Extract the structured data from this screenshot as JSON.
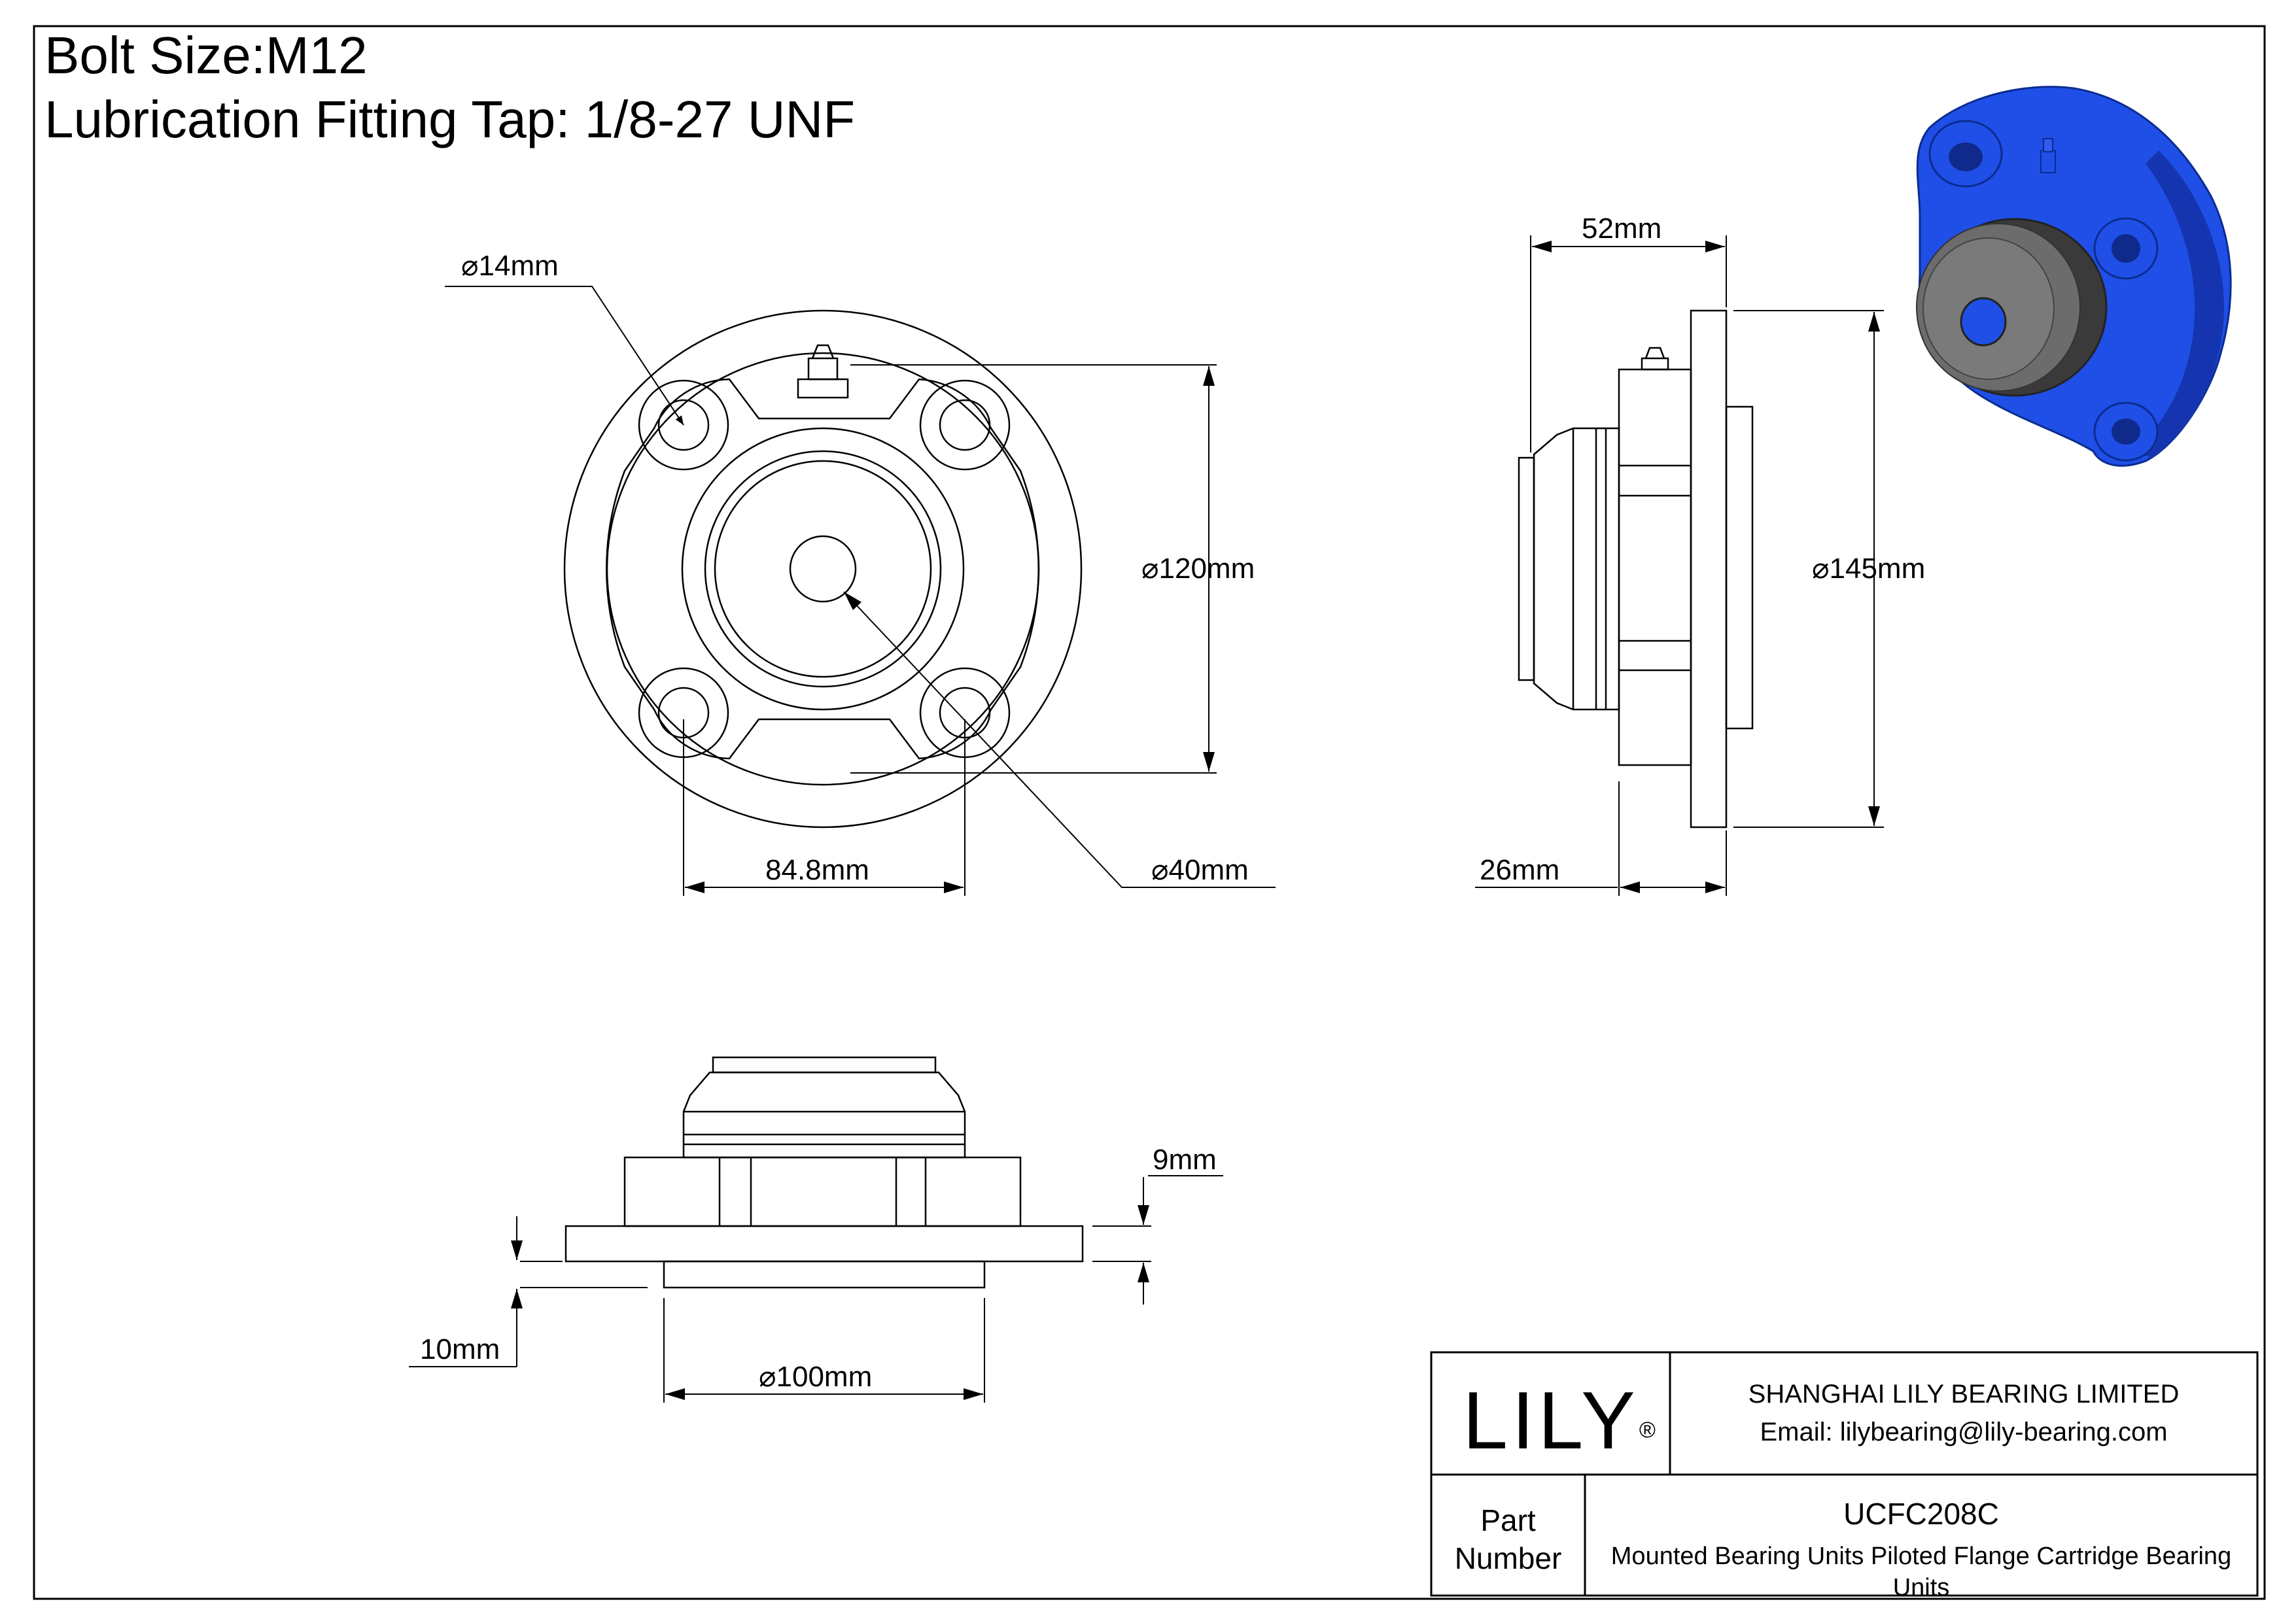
{
  "header": {
    "bolt_size": "Bolt Size:M12",
    "lubrication": "Lubrication Fitting Tap: 1/8-27 UNF"
  },
  "dimensions": {
    "bolt_hole": "14mm",
    "bolt_circle": "120mm",
    "bore": "40mm",
    "bolt_spacing": "84.8mm",
    "overall_width": "52mm",
    "flange_diameter": "145mm",
    "housing_width": "26mm",
    "flange_thickness": "9mm",
    "pilot_height": "10mm",
    "pilot_diameter": "100mm"
  },
  "diameter_symbol": "⌀",
  "title_block": {
    "logo": "LILY",
    "logo_mark": "®",
    "company": "SHANGHAI LILY BEARING LIMITED",
    "email": "Email: lilybearing@lily-bearing.com",
    "part_label_1": "Part",
    "part_label_2": "Number",
    "part_number": "UCFC208C",
    "description_1": "Mounted Bearing Units Piloted Flange Cartridge Bearing",
    "description_2": "Units"
  },
  "colors": {
    "housing": "#1f4fe6",
    "housing_shade": "#1535b0",
    "insert": "#6c6c6c",
    "insert_dark": "#3a3a3a"
  }
}
